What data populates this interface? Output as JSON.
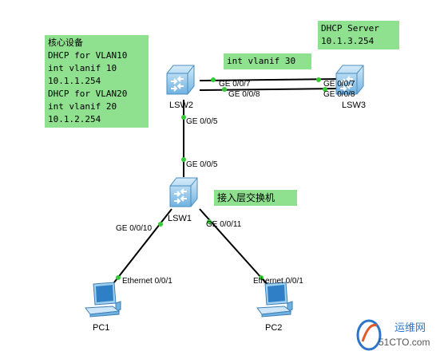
{
  "notes": {
    "core": [
      "核心设备",
      "DHCP for VLAN10",
      "int vlanif 10",
      "10.1.1.254",
      "DHCP for VLAN20",
      "int vlanif 20",
      "10.1.2.254"
    ],
    "dhcp_server": [
      "DHCP Server",
      "10.1.3.254"
    ],
    "vlanif30": "int vlanif 30",
    "access": "接入层交换机"
  },
  "devices": {
    "lsw2": "LSW2",
    "lsw3": "LSW3",
    "lsw1": "LSW1",
    "pc1": "PC1",
    "pc2": "PC2"
  },
  "ports": {
    "lsw2_ge007": "GE 0/0/7",
    "lsw3_ge007": "GE 0/0/7",
    "lsw2_ge008": "GE 0/0/8",
    "lsw3_ge008": "GE 0/0/8",
    "lsw2_ge005": "GE 0/0/5",
    "lsw1_ge005": "GE 0/0/5",
    "lsw1_ge0010": "GE 0/0/10",
    "lsw1_ge0011": "GE 0/0/11",
    "pc1_eth": "Ethernet 0/0/1",
    "pc2_eth": "Ethernet 0/0/1"
  },
  "watermark": {
    "cn": "运维网",
    "en": "51CTO.com"
  },
  "colors": {
    "note_bg": "#8fe08f",
    "port_dot": "#33cc33",
    "link": "#000000"
  }
}
